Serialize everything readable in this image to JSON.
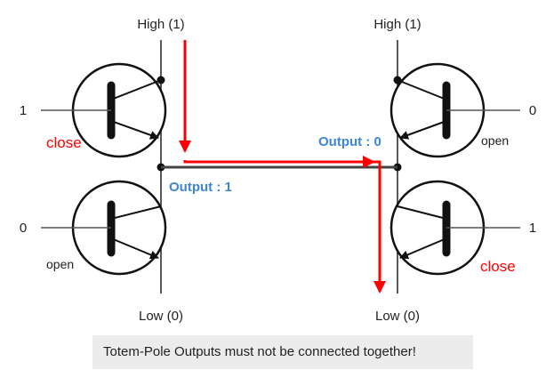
{
  "left_circuit": {
    "supply_label": "High (1)",
    "ground_label": "Low (0)",
    "top_input": "1",
    "bottom_input": "0",
    "top_state": "close",
    "bottom_state": "open",
    "output_label": "Output : 1"
  },
  "right_circuit": {
    "supply_label": "High (1)",
    "ground_label": "Low (0)",
    "top_input": "0",
    "bottom_input": "1",
    "top_state": "open",
    "bottom_state": "close",
    "output_label": "Output : 0"
  },
  "caption": "Totem-Pole Outputs must not be connected together!",
  "colors": {
    "current_path": "#ff0000",
    "output_text": "#3d86d6",
    "caption_bg": "#ececec"
  }
}
